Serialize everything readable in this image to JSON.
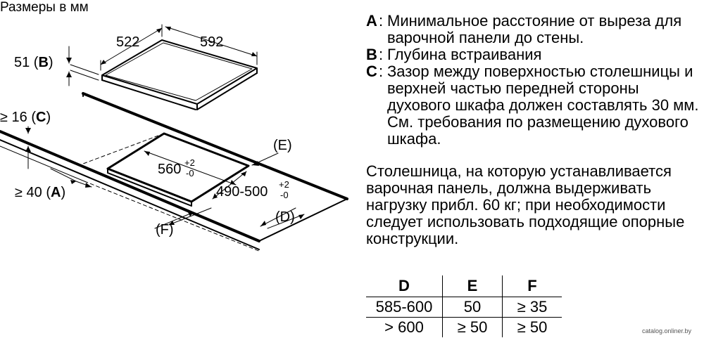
{
  "caption": "Размеры в мм",
  "dims": {
    "width_top": "522",
    "depth_top": "592",
    "height": "51 (",
    "height_letter": "B",
    "height_close": ")",
    "gap_c": "≥ 16 (",
    "gap_c_letter": "C",
    "gap_c_close": ")",
    "gap_a": "≥ 40 (",
    "gap_a_letter": "A",
    "gap_a_close": ")",
    "cut_w": "560",
    "cut_w_plus": "+2",
    "cut_w_minus": "-0",
    "cut_d": "490-500",
    "cut_d_plus": "+2",
    "cut_d_minus": "-0",
    "label_e": "(E)",
    "label_d": "(D)",
    "label_f": "(F)"
  },
  "notes": [
    {
      "letter": "A",
      "text": "Минимальное расстояние от выреза для варочной панели до стены."
    },
    {
      "letter": "B",
      "text": "Глубина встраивания"
    },
    {
      "letter": "C",
      "text": "Зазор между поверхностью столешницы и верхней частью передней стороны духового шкафа должен составлять 30 мм. См. требования по размещению духового шкафа."
    }
  ],
  "paragraph": "Столешница, на которую устанавливается варочная панель, должна выдерживать нагрузку прибл. 60 кг; при необходимости следует использовать подходящие опорные конструкции.",
  "table": {
    "headers": [
      "D",
      "E",
      "F"
    ],
    "rows": [
      [
        "585-600",
        "50",
        "≥ 35"
      ],
      [
        "> 600",
        "≥ 50",
        "≥ 50"
      ]
    ]
  },
  "watermark": "catalog.onliner.by"
}
